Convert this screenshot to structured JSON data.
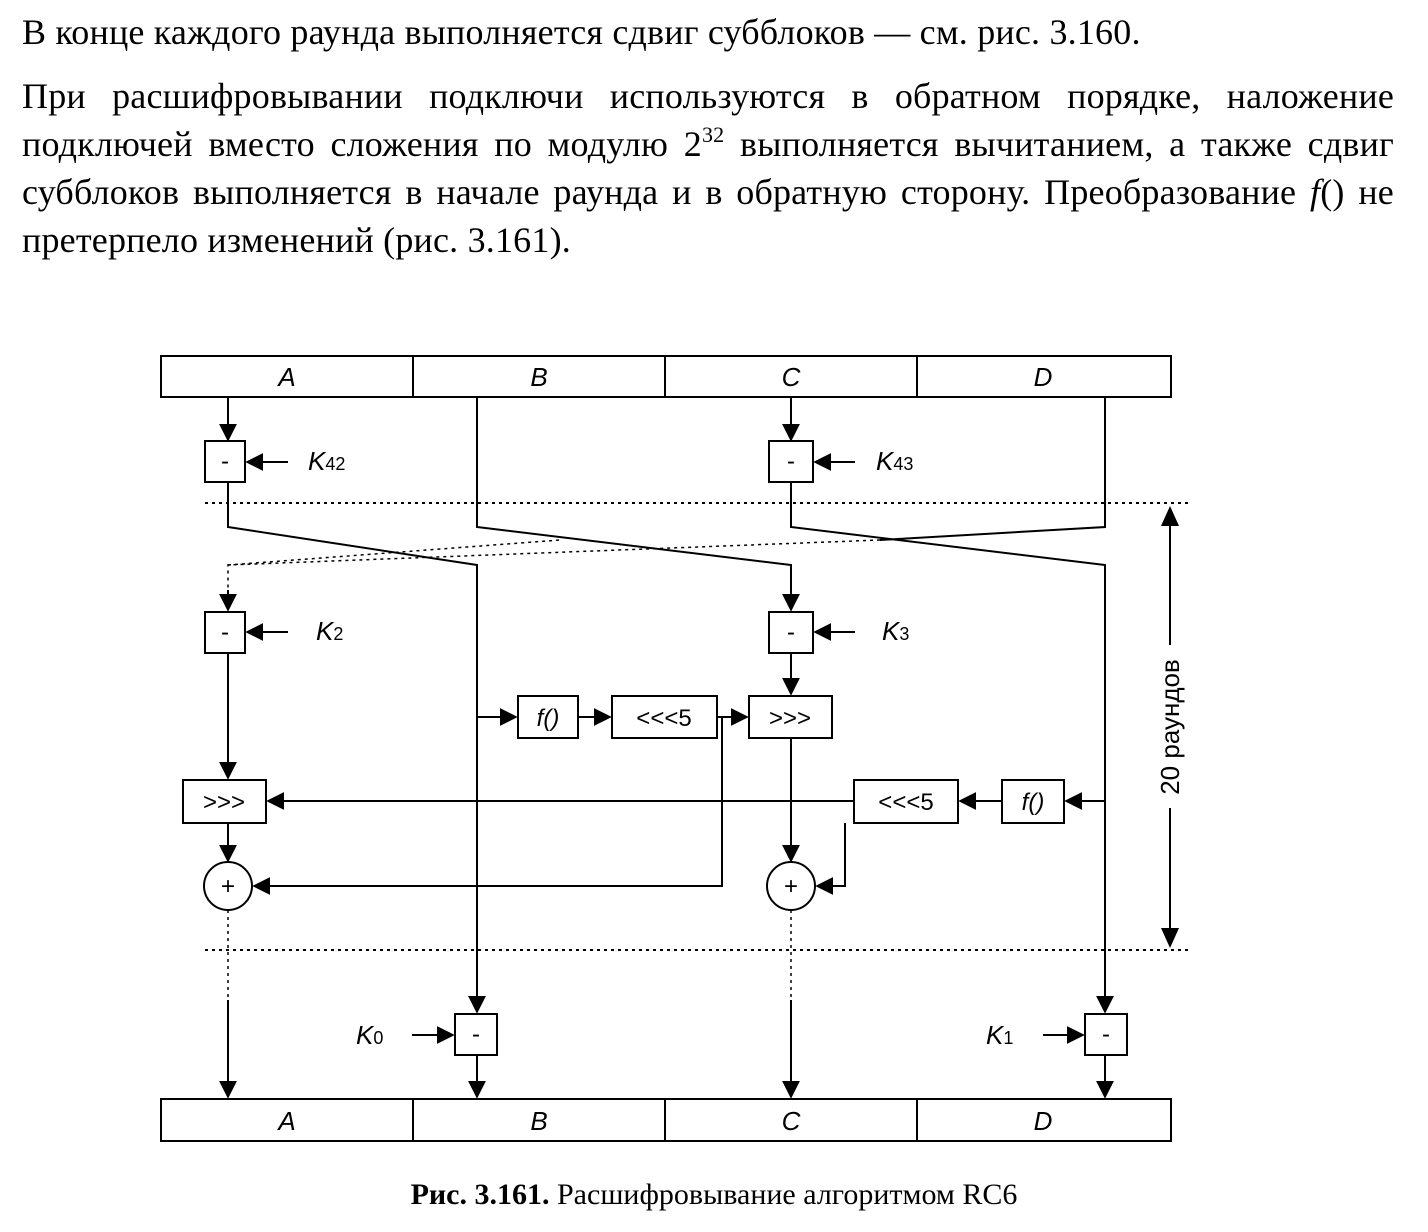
{
  "text": {
    "p1": "В конце каждого раунда выполняется сдвиг субблоков — см. рис. 3.160.",
    "p2_a": "При расшифровывании подключи используются в обратном порядке, наложение подключей вместо сложения по модулю ",
    "p2_base": "2",
    "p2_exp": "32",
    "p2_b": " выполняется вычитанием, а также сдвиг субблоков выполняется в начале раунда и в обратную сторону. Преобразование ",
    "p2_func": "f",
    "p2_c": "() не претерпело изменений (рис. 3.161)."
  },
  "diagram": {
    "top_blocks": [
      "A",
      "B",
      "C",
      "D"
    ],
    "bottom_blocks": [
      "A",
      "B",
      "C",
      "D"
    ],
    "minus": "-",
    "plus": "+",
    "rotr": ">>>",
    "rotl5": "<<<5",
    "func": "f()",
    "k": "K",
    "k42": "42",
    "k43": "43",
    "k2": "2",
    "k3": "3",
    "k0": "0",
    "k1": "1",
    "rounds": "20 раундов"
  },
  "caption": {
    "num": "Рис. 3.161.",
    "title": " Расшифровывание алгоритмом RC6"
  }
}
